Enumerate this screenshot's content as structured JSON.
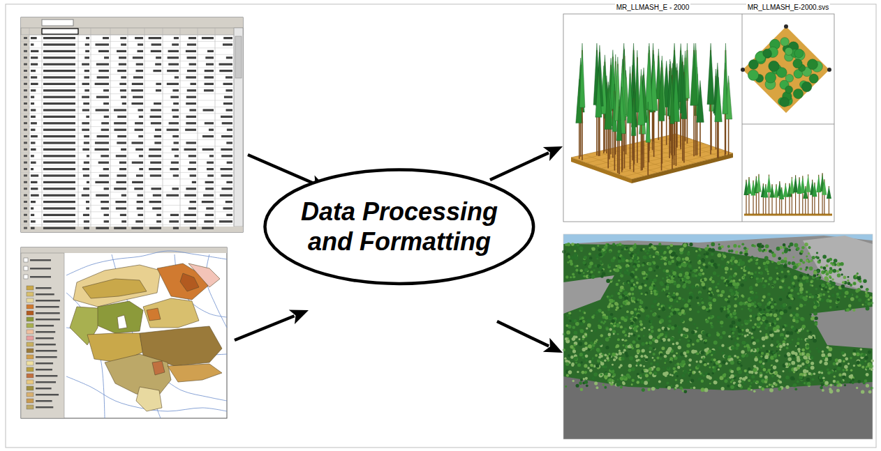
{
  "diagram": {
    "nodes": [
      {
        "text": [
          "Data Processing and Formatting"
        ]
      }
    ],
    "labels": [
      "MR_LLMASH_E - 2000",
      "MR_LLMASH_E-2000.svs"
    ]
  }
}
